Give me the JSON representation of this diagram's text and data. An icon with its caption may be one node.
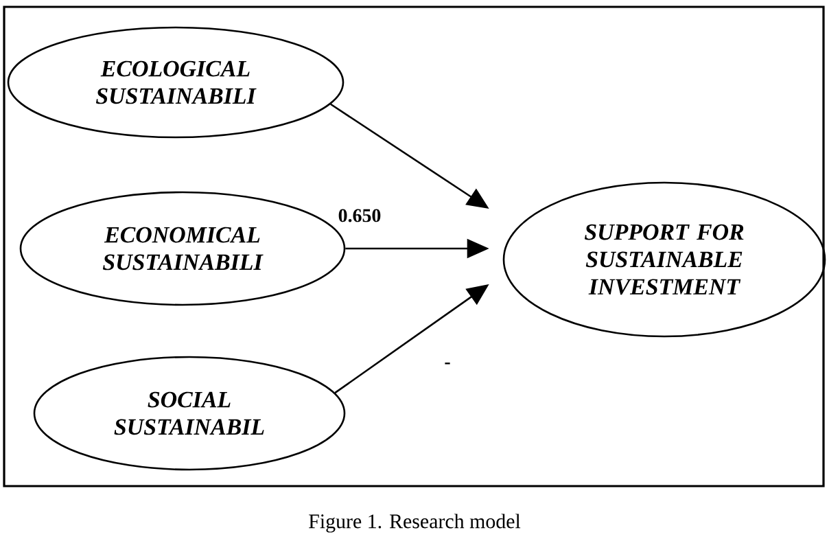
{
  "diagram": {
    "caption": "Figure 1. Research model",
    "nodes": [
      {
        "text": [
          "ECOLOGICAL SUSTAINABILI"
        ]
      },
      {
        "text": [
          "ECONOMICAL SUSTAINABILI"
        ]
      },
      {
        "text": [
          "SOCIAL SUSTAINABIL"
        ]
      },
      {
        "text": [
          "SUPPORT FOR SUSTAINABLE INVESTMENT"
        ]
      }
    ],
    "edges": [
      {
        "from": 0,
        "to": 3,
        "arrow": "to"
      },
      {
        "from": 1,
        "to": 3,
        "arrow": "to",
        "label": "0.650"
      },
      {
        "from": 2,
        "to": 3,
        "arrow": "to",
        "label": "-"
      }
    ]
  }
}
